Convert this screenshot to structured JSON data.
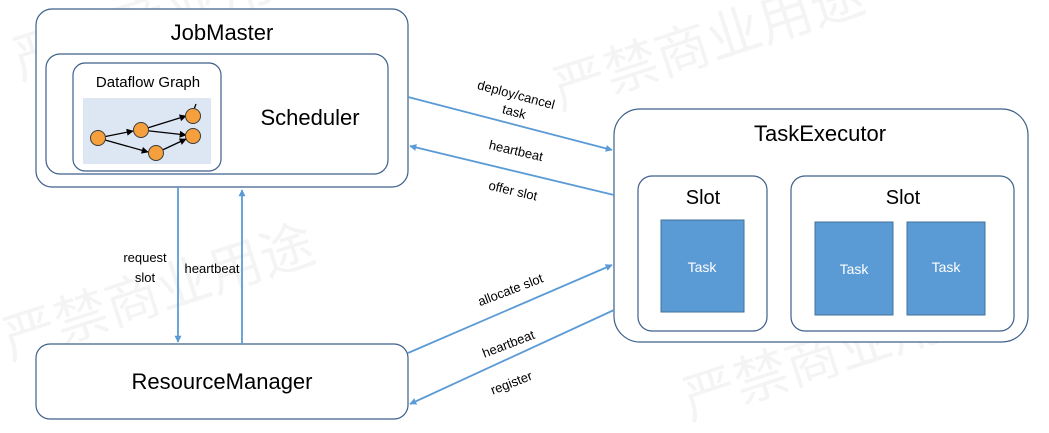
{
  "job_master": {
    "title": "JobMaster",
    "dataflow_graph_label": "Dataflow Graph",
    "scheduler_label": "Scheduler"
  },
  "task_executor": {
    "title": "TaskExecutor",
    "slots": [
      {
        "label": "Slot",
        "tasks": [
          "Task"
        ]
      },
      {
        "label": "Slot",
        "tasks": [
          "Task",
          "Task"
        ]
      }
    ]
  },
  "resource_manager": {
    "title": "ResourceManager"
  },
  "arrows": {
    "deploy_cancel_line1": "deploy/cancel",
    "deploy_cancel_line2": "task",
    "heartbeat_jm": "heartbeat",
    "offer_slot": "offer slot",
    "request_slot_line1": "request",
    "request_slot_line2": "slot",
    "heartbeat_rm_jm": "heartbeat",
    "allocate_slot": "allocate slot",
    "heartbeat_rm_te": "heartbeat",
    "register": "register"
  },
  "watermark": {
    "text": "严禁商业用途"
  },
  "colors": {
    "box_stroke": "#3d5f8a",
    "arrow": "#5b9bd5",
    "task_fill": "#5b9bd5",
    "node_fill": "#f5a03c",
    "graph_bg": "#dde6f3"
  }
}
